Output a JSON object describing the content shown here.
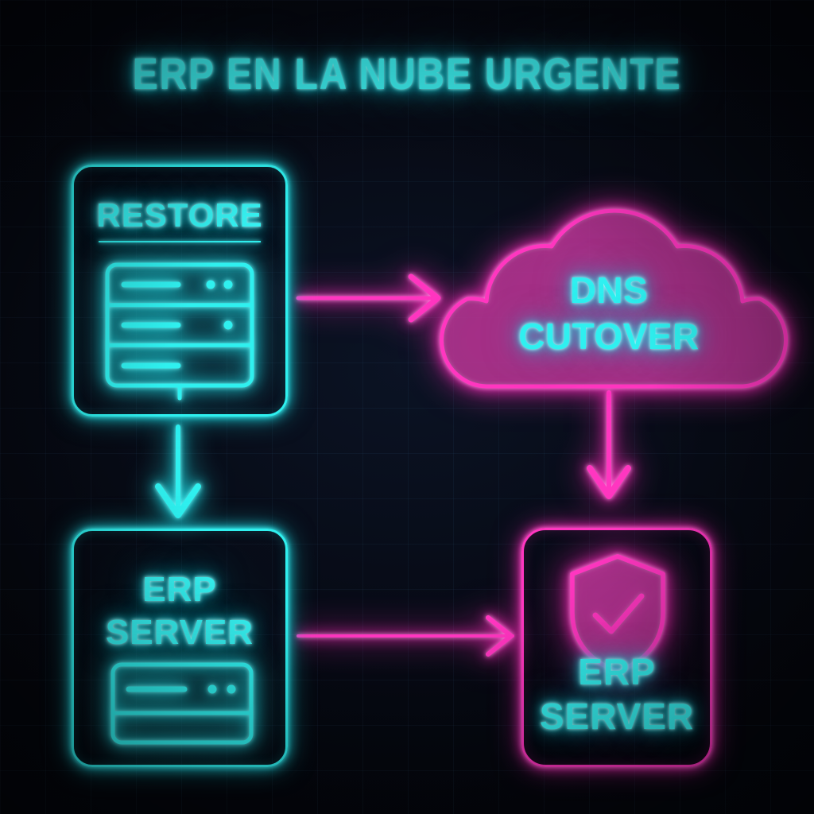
{
  "page": {
    "title": "ERP EN LA NUBE URGENTE",
    "background_color": "#070b16",
    "grid_color": "#1d2b44",
    "accent_cyan": "#2ff0ef",
    "accent_magenta": "#ff36c0",
    "style": "neon"
  },
  "nodes": {
    "restore": {
      "label": "RESTORE",
      "color": "#2ff0ef",
      "icon": "server-rack-icon",
      "shape": "rounded-rect"
    },
    "dns_cutover": {
      "label": "DNS\nCUTOVER",
      "outline_color": "#ff36c0",
      "text_color": "#2ff0f0",
      "shape": "cloud"
    },
    "erp_server": {
      "label": "ERP\nSERVER",
      "color": "#2ff0ef",
      "icon": "server-icon",
      "shape": "rounded-rect"
    },
    "erp_server_secure": {
      "label": "ERP\nSERVER",
      "outline_color": "#ff36c0",
      "text_color": "#2ff0f0",
      "icon": "shield-check-icon",
      "shape": "rounded-rect"
    }
  },
  "connections": [
    {
      "id": "restore-to-cloud",
      "from": "restore",
      "to": "dns_cutover",
      "direction": "right",
      "color": "#ff36c0"
    },
    {
      "id": "restore-to-erp",
      "from": "restore",
      "to": "erp_server",
      "direction": "down",
      "color": "#2ff0ef"
    },
    {
      "id": "cloud-to-secure",
      "from": "dns_cutover",
      "to": "erp_server_secure",
      "direction": "down",
      "color": "#ff36c0"
    },
    {
      "id": "erp-to-secure",
      "from": "erp_server",
      "to": "erp_server_secure",
      "direction": "right",
      "color": "#ff36c0"
    }
  ]
}
